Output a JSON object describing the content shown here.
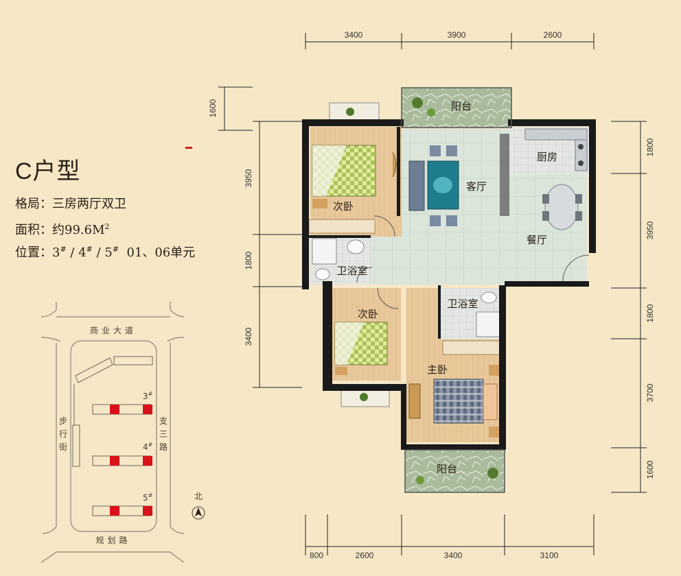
{
  "unit_type": "C户型",
  "info": {
    "layout_label": "格局：",
    "layout_value": "三房两厅双卫",
    "area_label": "面积：",
    "area_value": "约99.6M",
    "area_sup": "2",
    "location_label": "位置：",
    "loc_3": "3",
    "loc_4": "4",
    "loc_5": "5",
    "loc_sup": "#",
    "slash": " / ",
    "loc_units": "01、06单元"
  },
  "rooms": {
    "balcony_top": "阳台",
    "second_bedroom_1": "次卧",
    "living_room": "客厅",
    "kitchen": "厨房",
    "dining_room": "餐厅",
    "bathroom_1": "卫浴室",
    "second_bedroom_2": "次卧",
    "bathroom_2": "卫浴室",
    "master_bedroom": "主卧",
    "balcony_bottom": "阳台"
  },
  "dimensions": {
    "top": [
      "3400",
      "3900",
      "2600"
    ],
    "bottom": [
      "800",
      "2600",
      "3400",
      "3100"
    ],
    "left_balcony": "1600",
    "left": [
      "3950",
      "1800",
      "3400"
    ],
    "right": [
      "1800",
      "3950",
      "1800",
      "3700",
      "1600"
    ]
  },
  "site_plan": {
    "road_top": "商业大道",
    "road_bottom": "规划路",
    "left_street": [
      "步",
      "行",
      "街"
    ],
    "right_road": [
      "支",
      "三",
      "路"
    ],
    "building_3": "3",
    "building_4": "4",
    "building_5": "5",
    "building_sup": "#",
    "north": "北",
    "highlight_color": "#d9121a"
  },
  "colors": {
    "background": "#f6e7c6",
    "wall": "#1a1a1a",
    "wood_floor": "#e8c89a",
    "tile_floor": "#d9e3d6",
    "balcony": "#9fb592"
  }
}
